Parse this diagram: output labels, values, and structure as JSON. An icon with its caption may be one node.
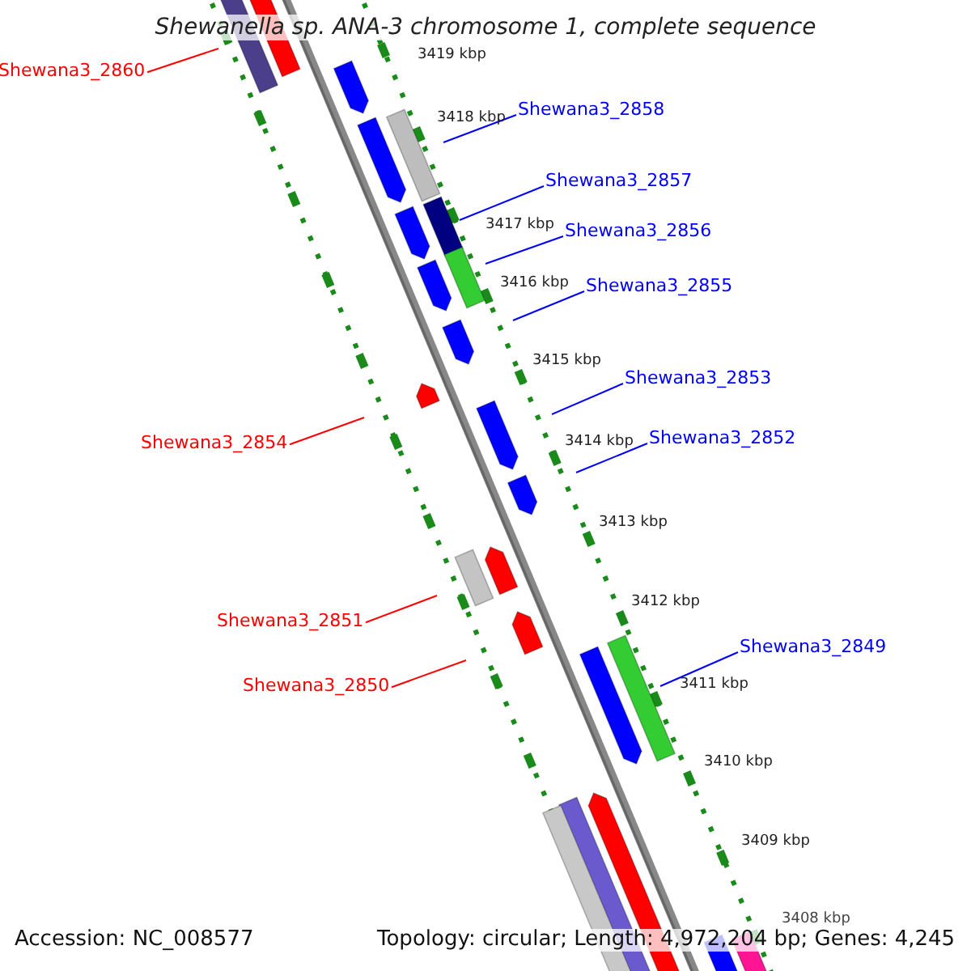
{
  "diagram": {
    "title": "Shewanella sp. ANA-3 chromosome 1, complete sequence",
    "nodes": [
      {
        "text": [
          "Shewana3_2860"
        ]
      },
      {
        "text": [
          "Shewana3_2858"
        ]
      },
      {
        "text": [
          "Shewana3_2857"
        ]
      },
      {
        "text": [
          "Shewana3_2856"
        ]
      },
      {
        "text": [
          "Shewana3_2855"
        ]
      },
      {
        "text": [
          "Shewana3_2853"
        ]
      },
      {
        "text": [
          "Shewana3_2852"
        ]
      },
      {
        "text": [
          "Shewana3_2854"
        ]
      },
      {
        "text": [
          "Shewana3_2851"
        ]
      },
      {
        "text": [
          "Shewana3_2849"
        ]
      },
      {
        "text": [
          "Shewana3_2850"
        ]
      }
    ],
    "edges": [
      {
        "from": 0,
        "to": null,
        "arrow": "none",
        "color": "#ff0000"
      },
      {
        "from": 1,
        "to": null,
        "arrow": "none"
      },
      {
        "from": 2,
        "to": null,
        "arrow": "none"
      },
      {
        "from": 3,
        "to": null,
        "arrow": "none"
      },
      {
        "from": 4,
        "to": null,
        "arrow": "none"
      },
      {
        "from": 5,
        "to": null,
        "arrow": "none"
      },
      {
        "from": 6,
        "to": null,
        "arrow": "none"
      },
      {
        "from": 7,
        "to": null,
        "arrow": "none",
        "color": "#ff0000"
      },
      {
        "from": 8,
        "to": null,
        "arrow": "none",
        "color": "#ff0000"
      },
      {
        "from": 9,
        "to": null,
        "arrow": "none"
      },
      {
        "from": 10,
        "to": null,
        "arrow": "none",
        "color": "#ff0000"
      }
    ],
    "labels": [
      "3419 kbp",
      "3418 kbp",
      "3417 kbp",
      "3416 kbp",
      "3415 kbp",
      "3414 kbp",
      "3413 kbp",
      "3412 kbp",
      "3411 kbp",
      "3410 kbp",
      "3409 kbp",
      "3408 kbp",
      "Accession: NC_008577",
      "Topology: circular; Length: 4,972,204 bp; Genes: 4,245"
    ]
  }
}
